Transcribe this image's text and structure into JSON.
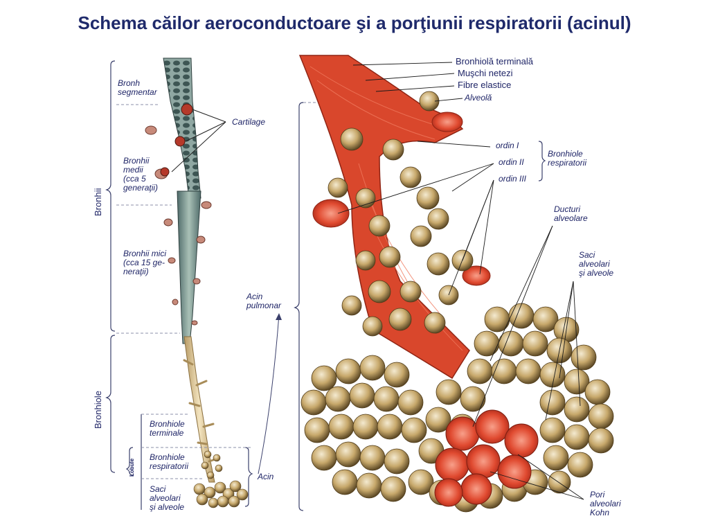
{
  "title": "Schema căilor aeroconductoare şi a porţiunii respiratorii (acinul)",
  "left": {
    "bronh_segmentar": [
      "Bronh",
      "segmentar"
    ],
    "cartilage": "Cartilage",
    "bronhii_medii": [
      "Bronhii",
      "medii",
      "(cca 5",
      "generaţii)"
    ],
    "bronhii_mici": [
      "Bronhii mici",
      "(cca 15 ge-",
      "neraţii)"
    ],
    "bronhii": "Bronhii",
    "bronhiole": "Bronhiole",
    "lobule": "Lobule",
    "bronhiole_terminale": [
      "Bronhiole",
      "terminale"
    ],
    "bronhiole_respiratorii": [
      "Bronhiole",
      "respiratorii"
    ],
    "saci_alveolari": [
      "Saci",
      "alveolari",
      "şi alveole"
    ],
    "acin": "Acin",
    "acin_pulmonar": [
      "Acin",
      "pulmonar"
    ]
  },
  "right": {
    "bronhiola_terminala": "Bronhiolă terminală",
    "muschi_netezi": "Muşchi netezi",
    "fibre_elastice": "Fibre elastice",
    "alveola": "Alveolă",
    "ordin_1": "ordin I",
    "ordin_2": "ordin II",
    "ordin_3": "ordin III",
    "bronhiole_respiratorii": [
      "Bronhiole",
      "respiratorii"
    ],
    "ducturi_alveolare": [
      "Ducturi",
      "alveolare"
    ],
    "saci_alveolari": [
      "Saci",
      "alveolari",
      "şi alveole"
    ],
    "pori_alveolari": [
      "Pori",
      "alveolari",
      "Kohn"
    ]
  },
  "colors": {
    "title": "#1f2a6b",
    "label": "#1e2466",
    "muscle": "#d8432a",
    "alveolus": "#a8894f",
    "cartilage": "#6e8a86"
  }
}
